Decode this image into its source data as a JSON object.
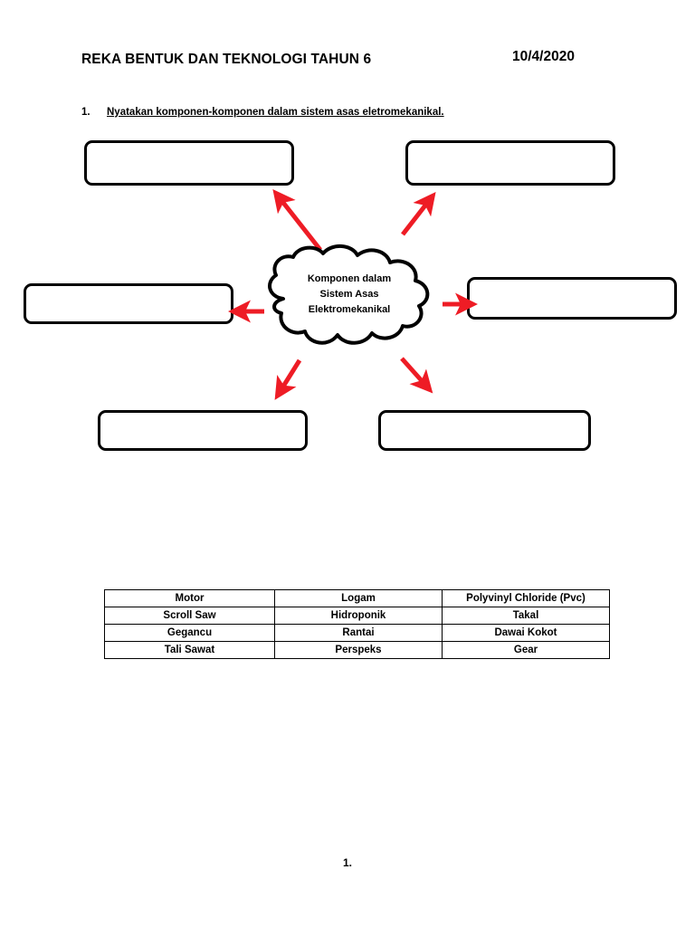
{
  "document": {
    "title": "REKA BENTUK DAN TEKNOLOGI TAHUN 6",
    "date": "10/4/2020",
    "page_number": "1."
  },
  "question": {
    "number": "1.",
    "text": "Nyatakan komponen-komponen dalam sistem asas eletromekanikal."
  },
  "diagram": {
    "center_label_line1": "Komponen dalam",
    "center_label_line2": "Sistem Asas",
    "center_label_line3": "Elektromekanikal",
    "arrow_color": "#EE1C25",
    "box_border_color": "#000000",
    "answer_boxes": [
      {
        "id": "top-left",
        "value": ""
      },
      {
        "id": "top-right",
        "value": ""
      },
      {
        "id": "middle-left",
        "value": ""
      },
      {
        "id": "middle-right",
        "value": ""
      },
      {
        "id": "bottom-left",
        "value": ""
      },
      {
        "id": "bottom-right",
        "value": ""
      }
    ]
  },
  "word_bank": {
    "rows": [
      [
        "Motor",
        "Logam",
        "Polyvinyl Chloride (Pvc)"
      ],
      [
        "Scroll Saw",
        "Hidroponik",
        "Takal"
      ],
      [
        "Gegancu",
        "Rantai",
        "Dawai Kokot"
      ],
      [
        "Tali Sawat",
        "Perspeks",
        "Gear"
      ]
    ]
  }
}
